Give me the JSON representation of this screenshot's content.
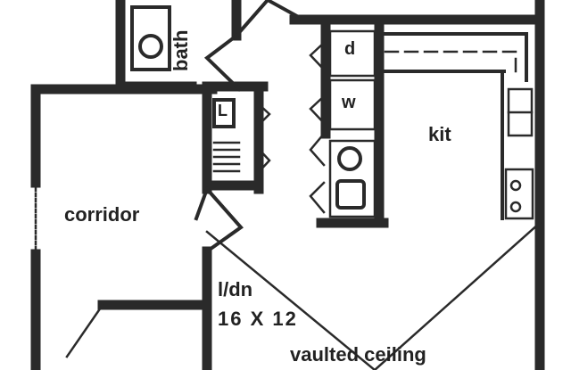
{
  "rooms": {
    "bath": "bath",
    "kitchen": "kit",
    "corridor": "corridor",
    "living_dining": "l/dn",
    "living_dining_size": "16 X 12",
    "vaulted": "vaulted ceiling",
    "dryer": "d",
    "washer": "w",
    "linen": "L"
  }
}
